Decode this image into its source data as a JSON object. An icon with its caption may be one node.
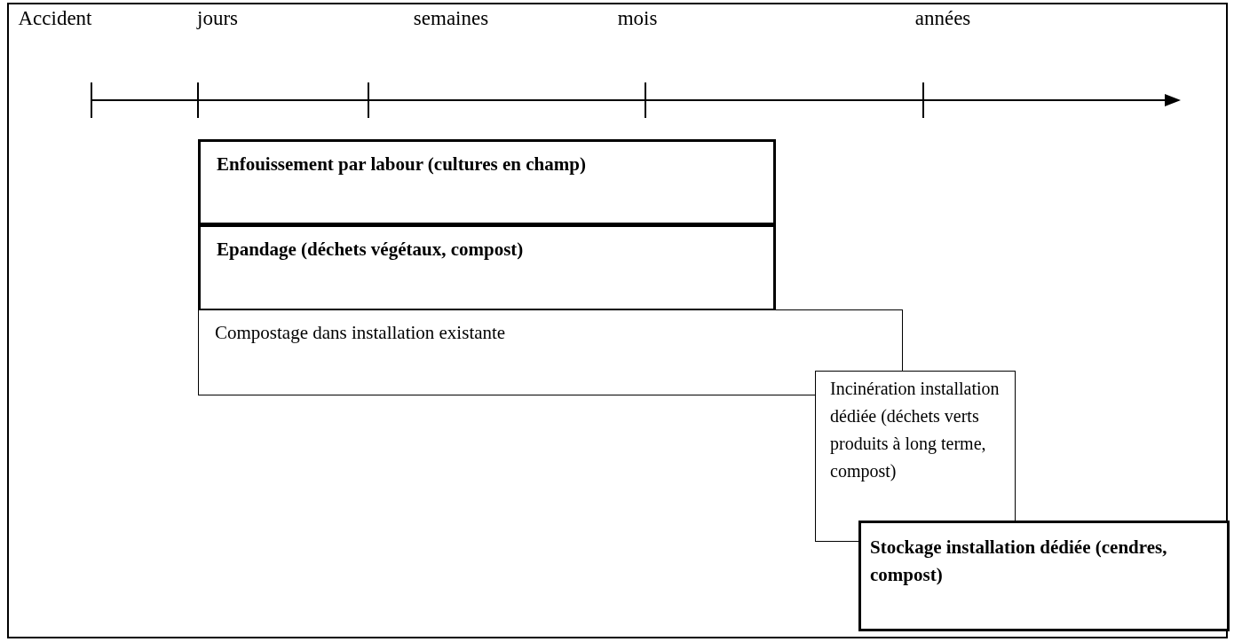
{
  "diagram": {
    "nodes": [
      {
        "text": [
          "Enfouissement par labour (cultures en champ)"
        ]
      },
      {
        "text": [
          "Epandage (déchets végétaux, compost)"
        ]
      },
      {
        "text": [
          "Compostage dans installation existante"
        ]
      },
      {
        "text": [
          "Incinération installation dédiée (déchets verts produits à long terme, compost)"
        ]
      },
      {
        "text": [
          "Stockage installation dédiée (cendres, compost)"
        ]
      }
    ],
    "edges": [],
    "labels": [
      "Accident",
      "jours",
      "semaines",
      "mois",
      "années"
    ]
  }
}
